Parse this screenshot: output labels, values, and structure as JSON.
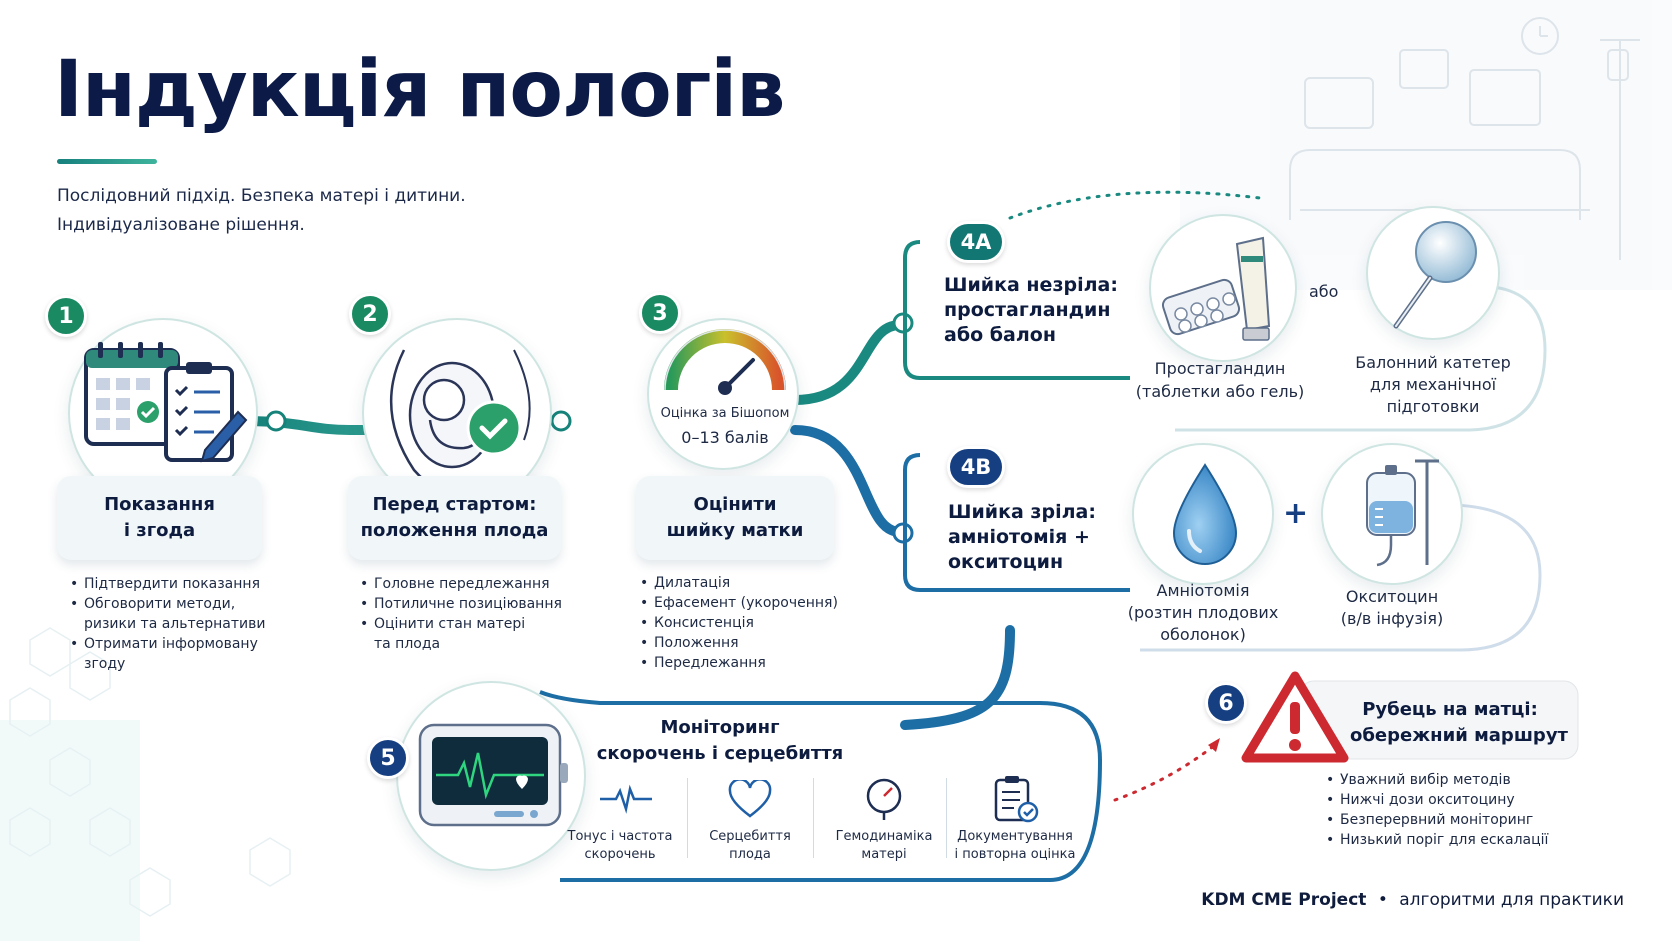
{
  "title": "Індукція пологів",
  "subtitle": [
    "Послідовний підхід. Безпека матері і дитини.",
    "Індивідуалізоване рішення."
  ],
  "steps": [
    {
      "num": "1",
      "title": [
        "Показання",
        "і згода"
      ],
      "bullets": [
        "Підтвердити показання",
        "Обговорити методи,",
        "ризики та альтернативи",
        "Отримати інформовану",
        "згоду"
      ]
    },
    {
      "num": "2",
      "title": [
        "Перед стартом:",
        "положення плода"
      ],
      "bullets": [
        "Головне передлежання",
        "Потиличне позиціювання",
        "Оцінити стан матері",
        "та плода"
      ]
    },
    {
      "num": "3",
      "title": [
        "Оцінити",
        "шийку матки"
      ],
      "gauge_label": "Оцінка за Бішопом",
      "gauge_range": "0–13 балів",
      "bullets": [
        "Дилатація",
        "Ефасемент (укорочення)",
        "Консистенція",
        "Положення",
        "Передлежання"
      ]
    }
  ],
  "branch_a": {
    "num": "4A",
    "title": [
      "Шийка незріла:",
      "простагландин",
      "або балон"
    ],
    "connector": "або",
    "option1": [
      "Простагландин",
      "(таблетки або гель)"
    ],
    "option2": [
      "Балонний катетер",
      "для механічної",
      "підготовки"
    ]
  },
  "branch_b": {
    "num": "4B",
    "title": [
      "Шийка зріла:",
      "амніотомія +",
      "окситоцин"
    ],
    "connector": "+",
    "option1": [
      "Амніотомія",
      "(розтин плодових",
      "оболонок)"
    ],
    "option2": [
      "Окситоцин",
      "(в/в інфузія)"
    ]
  },
  "monitoring": {
    "num": "5",
    "title": [
      "Моніторинг",
      "скорочень і серцебиття"
    ],
    "items": [
      [
        "Тонус і частота",
        "скорочень"
      ],
      [
        "Серцебиття",
        "плода"
      ],
      [
        "Гемодинаміка",
        "матері"
      ],
      [
        "Документування",
        "і повторна оцінка"
      ]
    ]
  },
  "scar": {
    "num": "6",
    "title": [
      "Рубець на матці:",
      "обережний маршрут"
    ],
    "bullets": [
      "Уважний вибір методів",
      "Нижчі дози окситоцину",
      "Безперервний моніторинг",
      "Низький поріг для ескалації"
    ]
  },
  "footer": {
    "brand": "KDM CME Project",
    "sep": "•",
    "tagline": "алгоритми для практики"
  },
  "colors": {
    "navy": "#0b1a47",
    "green": "#1a8a63",
    "teal": "#127772",
    "blue": "#163f82",
    "warning": "#cc2a30"
  }
}
